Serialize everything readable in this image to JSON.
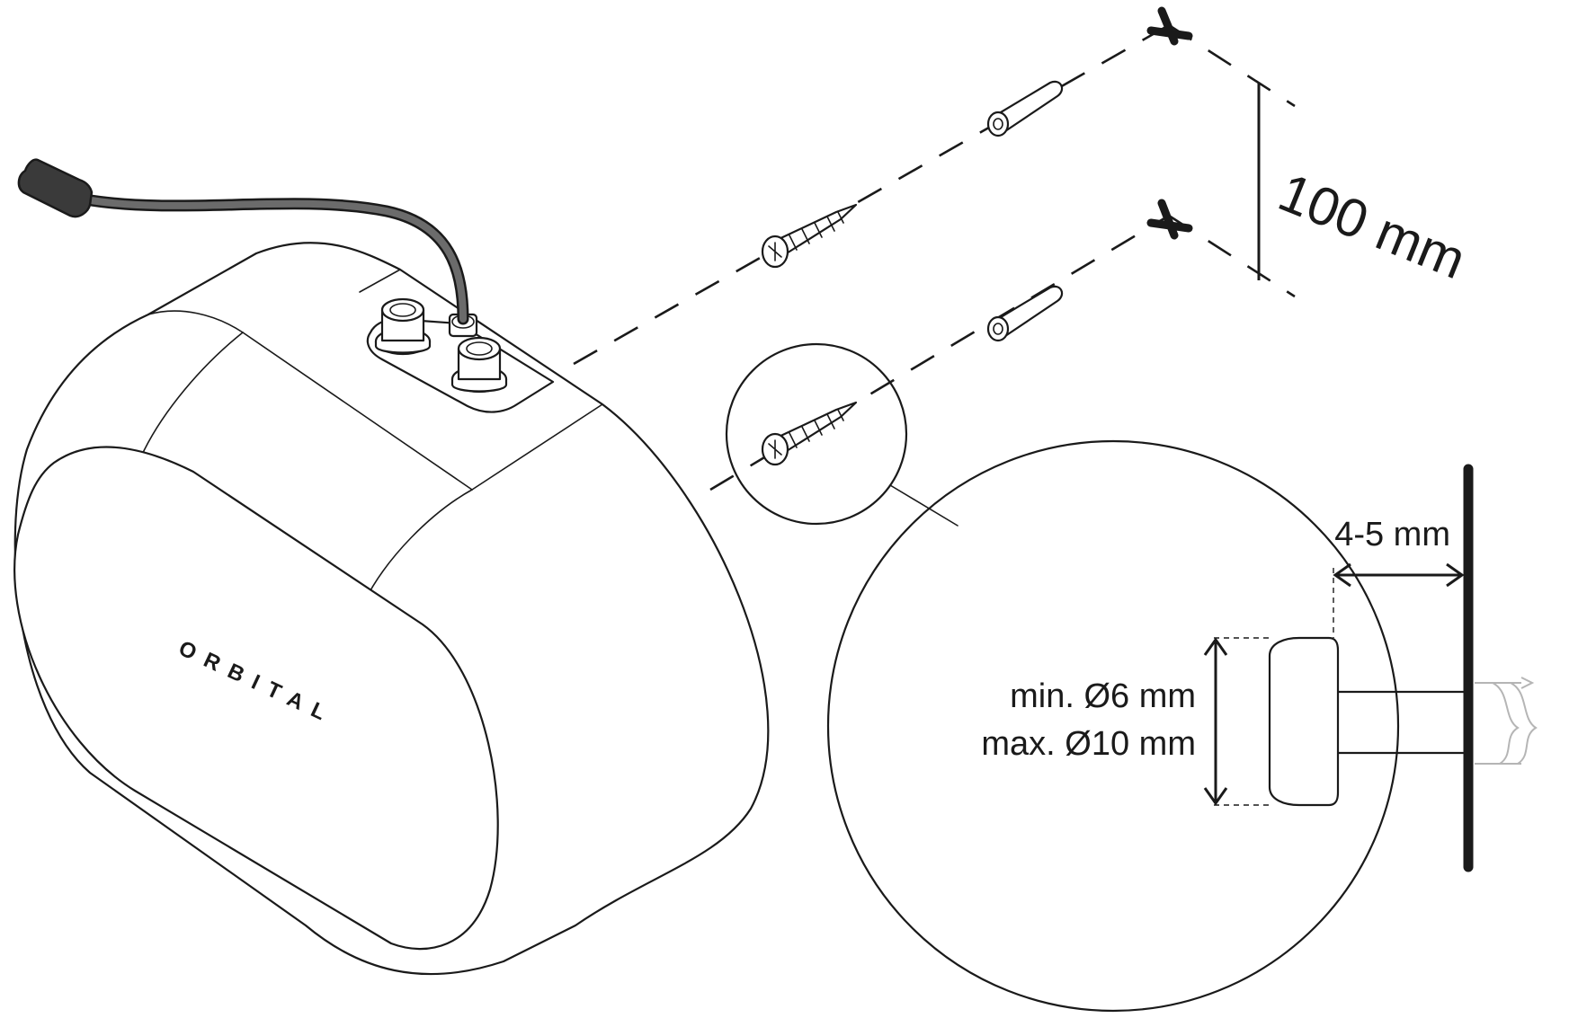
{
  "product": {
    "brand_label": "ORBITAL"
  },
  "dimensions": {
    "screw_spacing": "100 mm",
    "head_clearance": "4-5 mm",
    "head_diameter_min": "min. Ø6 mm",
    "head_diameter_max": "max. Ø10 mm"
  },
  "colors": {
    "line": "#1a1a1a",
    "cable": "#6b6b6b",
    "plug": "#3a3a3a",
    "ghost": "#b5b5b5"
  }
}
